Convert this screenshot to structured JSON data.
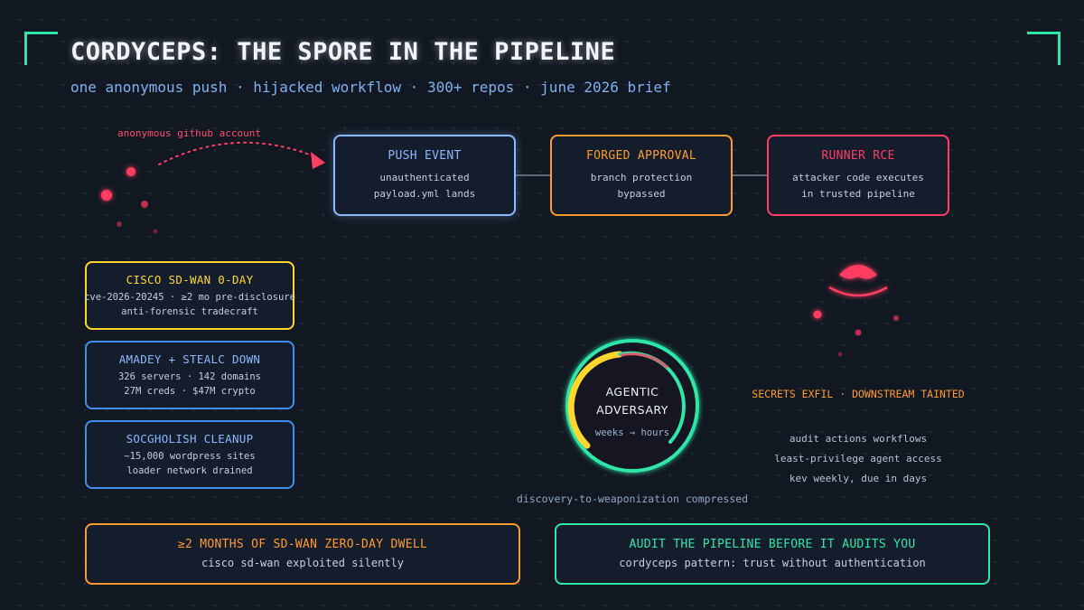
{
  "header": {
    "title": "CORDYCEPS: THE SPORE IN THE PIPELINE",
    "subtitle": "one anonymous push · hijacked workflow · 300+ repos · june 2026 brief"
  },
  "attacker": {
    "label": "anonymous github account"
  },
  "flow": [
    {
      "title": "PUSH EVENT",
      "lines": [
        "unauthenticated",
        "payload.yml lands"
      ],
      "color": "#8cb8ff"
    },
    {
      "title": "FORGED APPROVAL",
      "lines": [
        "branch protection",
        "bypassed"
      ],
      "color": "#ff9a2e"
    },
    {
      "title": "RUNNER RCE",
      "lines": [
        "attacker code executes",
        "in trusted pipeline"
      ],
      "color": "#ff3e63"
    }
  ],
  "side_boxes": [
    {
      "title": "CISCO SD-WAN 0-DAY",
      "lines": [
        "cve-2026-20245 · ≥2 mo pre-disclosure",
        "anti-forensic tradecraft"
      ],
      "color": "#ffd62e"
    },
    {
      "title": "AMADEY + STEALC DOWN",
      "lines": [
        "326 servers · 142 domains",
        "27M creds · $47M crypto"
      ],
      "color": "#3d8ef0"
    },
    {
      "title": "SOCGHOLISH CLEANUP",
      "lines": [
        "~15,000 wordpress sites",
        "loader network drained"
      ],
      "color": "#3d8ef0"
    }
  ],
  "gauge": {
    "line1": "AGENTIC",
    "line2": "ADVERSARY",
    "sub": "weeks → hours",
    "caption": "discovery-to-weaponization compressed"
  },
  "impact": {
    "headline": "SECRETS EXFIL · DOWNSTREAM TAINTED",
    "actions": [
      "audit actions workflows",
      "least-privilege agent access",
      "kev weekly, due in days"
    ]
  },
  "bottom": [
    {
      "title": "≥2 MONTHS OF SD-WAN ZERO-DAY DWELL",
      "line": "cisco sd-wan exploited silently",
      "color": "#ff9a2e"
    },
    {
      "title": "AUDIT THE PIPELINE BEFORE IT AUDITS YOU",
      "line": "cordyceps pattern: trust without authentication",
      "color": "#2ee6a8"
    }
  ],
  "colors": {
    "accent_green": "#2ee6a8",
    "danger": "#ff3e63",
    "warning": "#ff9a2e",
    "info": "#8cb8ff",
    "gold": "#ffd62e"
  }
}
